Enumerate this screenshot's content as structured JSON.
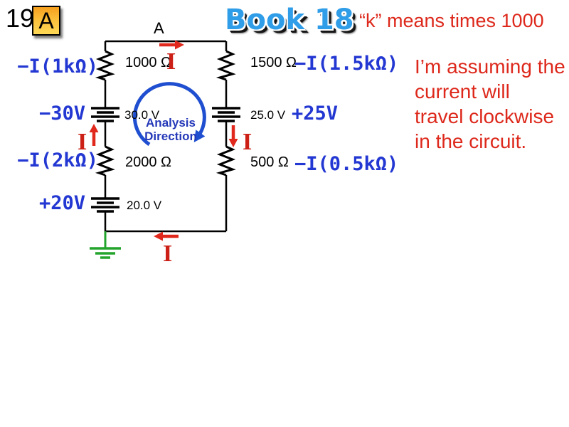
{
  "page": {
    "number": "19",
    "badge_letter": "A",
    "background_color": "#ffffff"
  },
  "header": {
    "title": "Book 18",
    "title_color": "#2f9de8",
    "k_note": "“k” means times 1000",
    "note_color": "#dd281b"
  },
  "assumption_note": {
    "lines": [
      "I’m assuming the",
      "current will",
      "travel clockwise",
      "in the circuit."
    ],
    "color": "#dd281b"
  },
  "circuit": {
    "node_label": "A",
    "current_symbol": "I",
    "analysis_direction": {
      "line1": "Analysis",
      "line2": "Direction"
    },
    "resistors": [
      {
        "id": "r-1000",
        "value": "1000 Ω",
        "equation": "−I(1kΩ)"
      },
      {
        "id": "r-1500",
        "value": "1500 Ω",
        "equation": "−I(1.5kΩ)"
      },
      {
        "id": "r-2000",
        "value": "2000 Ω",
        "equation": "−I(2kΩ)"
      },
      {
        "id": "r-500",
        "value": "500 Ω",
        "equation": "−I(0.5kΩ)"
      }
    ],
    "sources": [
      {
        "id": "v-30",
        "value": "30.0 V",
        "equation": "−30V"
      },
      {
        "id": "v-25",
        "value": "25.0 V",
        "equation": "+25V"
      },
      {
        "id": "v-20",
        "value": "20.0 V",
        "equation": "+20V"
      }
    ],
    "colors": {
      "wire": "#000000",
      "equation_blue": "#2337d2",
      "current_red": "#e0281c",
      "ground_green": "#23a42c",
      "arc_blue": "#1f4fd0",
      "analysis_text_blue": "#2438b8"
    }
  }
}
